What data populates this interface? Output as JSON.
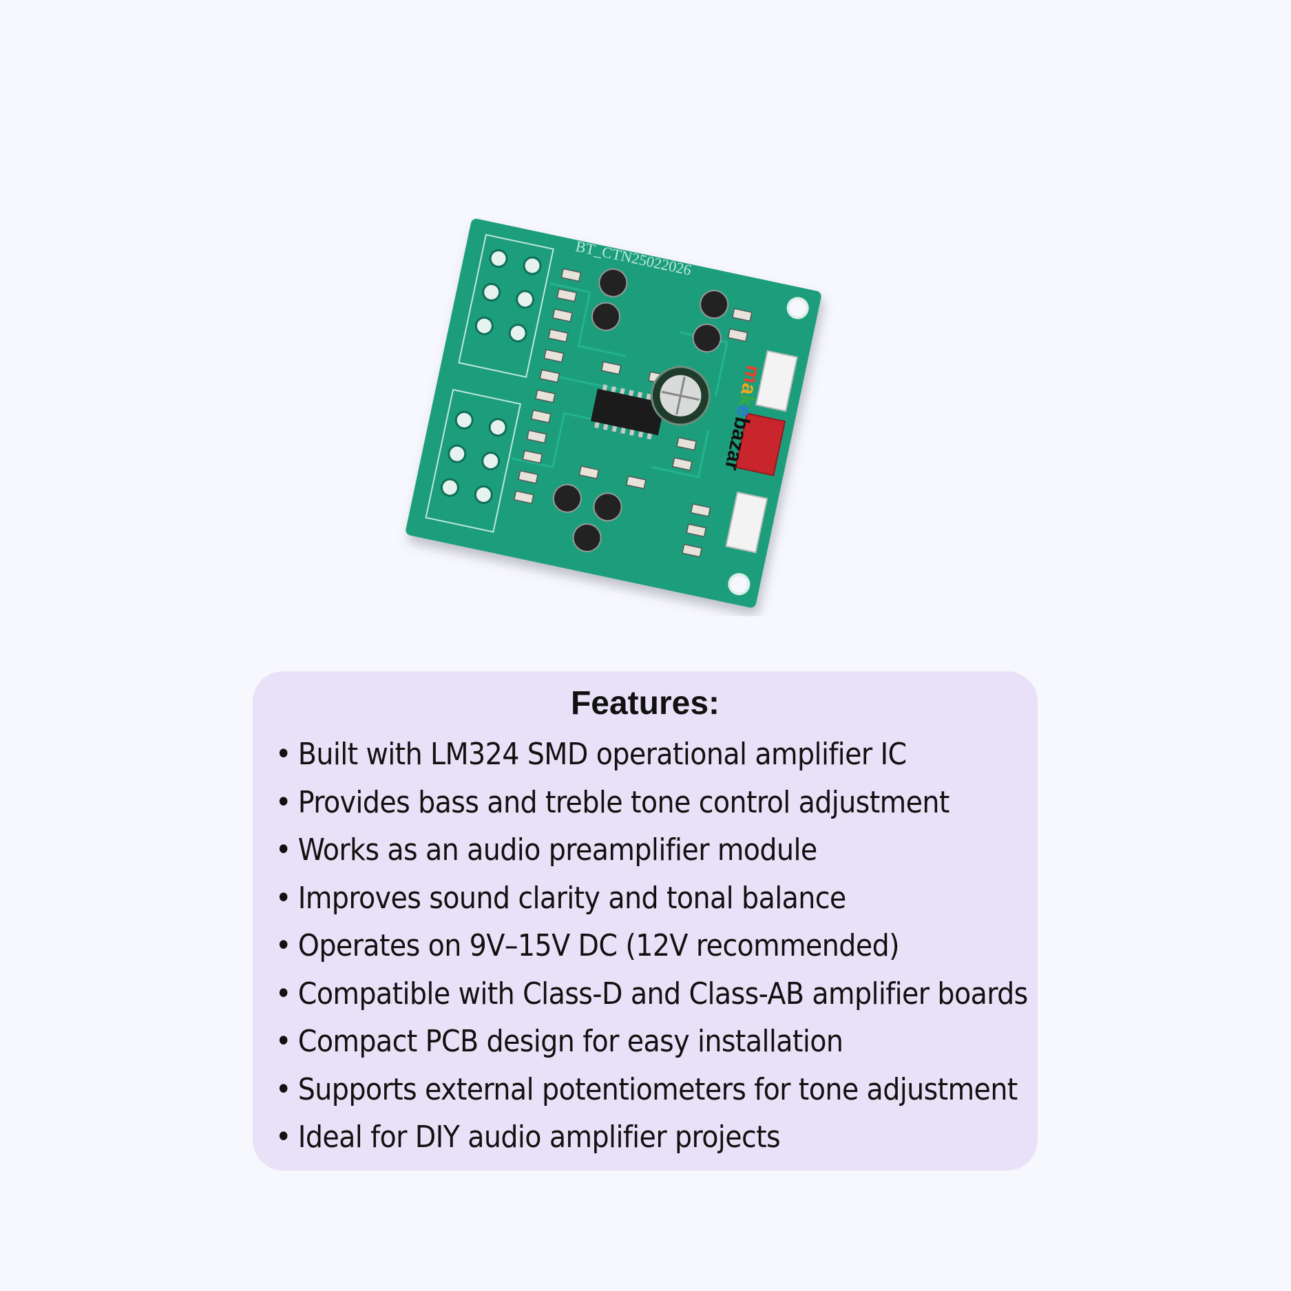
{
  "product": {
    "board_silkscreen": "BT_CTN25022026",
    "logo_letters": [
      "m",
      "a",
      "k",
      "e"
    ],
    "logo_suffix": "bazar",
    "colors": {
      "pcb": "#1a9e7c",
      "pcb_dark": "#12826a",
      "background": "#f7f8fd",
      "panel": "#e9e1f7"
    }
  },
  "features": {
    "title": "Features:",
    "bullet": "•",
    "items": [
      "Built with LM324 SMD operational amplifier IC",
      "Provides bass and treble tone control adjustment",
      "Works as an audio preamplifier module",
      "Improves sound clarity and tonal balance",
      "Operates on 9V–15V DC (12V recommended)",
      "Compatible with Class-D and Class-AB amplifier boards",
      "Compact PCB design for easy installation",
      "Supports external potentiometers for tone adjustment",
      "Ideal for DIY audio amplifier projects"
    ]
  }
}
